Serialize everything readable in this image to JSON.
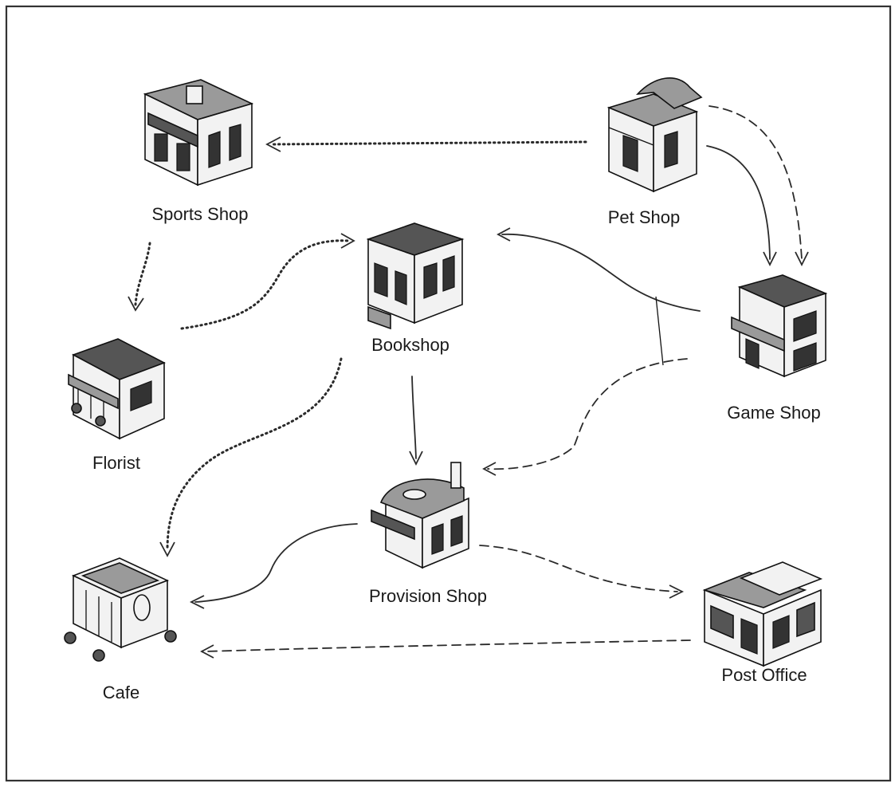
{
  "nodes": {
    "sports_shop": "Sports Shop",
    "pet_shop": "Pet Shop",
    "bookshop": "Bookshop",
    "florist": "Florist",
    "game_shop": "Game Shop",
    "provision_shop": "Provision Shop",
    "cafe": "Cafe",
    "post_office": "Post Office"
  },
  "edges": [
    {
      "from": "Pet Shop",
      "to": "Sports Shop",
      "style": "dotted"
    },
    {
      "from": "Pet Shop",
      "to": "Game Shop",
      "style": "solid"
    },
    {
      "from": "Pet Shop",
      "to": "Game Shop",
      "style": "dashed"
    },
    {
      "from": "Sports Shop",
      "to": "Florist",
      "style": "dotted"
    },
    {
      "from": "Florist",
      "to": "Bookshop",
      "style": "dotted"
    },
    {
      "from": "Game Shop",
      "to": "Bookshop",
      "style": "solid"
    },
    {
      "from": "Bookshop",
      "to": "Provision Shop",
      "style": "solid"
    },
    {
      "from": "Bookshop",
      "to": "Cafe",
      "style": "dotted"
    },
    {
      "from": "Game Shop",
      "to": "Provision Shop",
      "style": "dashed"
    },
    {
      "from": "Provision Shop",
      "to": "Cafe",
      "style": "solid"
    },
    {
      "from": "Provision Shop",
      "to": "Post Office",
      "style": "dashed"
    },
    {
      "from": "Post Office",
      "to": "Cafe",
      "style": "dashed"
    }
  ]
}
